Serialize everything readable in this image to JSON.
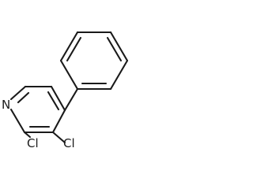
{
  "atoms": {
    "n1": "N",
    "cl2": "Cl",
    "cl3": "Cl"
  },
  "colors": {
    "bond": "#1a1a1a",
    "label": "#1a1a1a",
    "background": "#ffffff"
  }
}
